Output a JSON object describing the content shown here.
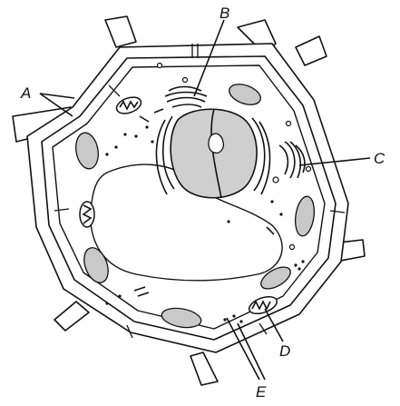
{
  "labels": {
    "A": "A",
    "B": "B",
    "C": "C",
    "D": "D",
    "E": "E"
  },
  "colors": {
    "line": "#111111",
    "shade": "#c9c9c9",
    "background": "#ffffff"
  }
}
